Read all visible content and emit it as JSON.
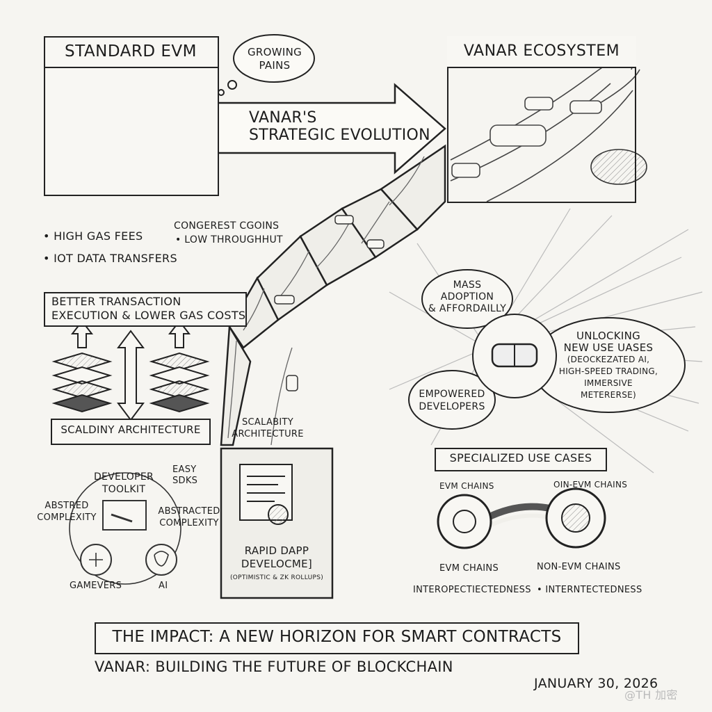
{
  "standard_evm": {
    "title": "STANDARD EVM",
    "bullets": [
      "• HIGH GAS FEES",
      "• IOT DATA TRANSFERS"
    ],
    "side_notes": [
      "CONGERESТ CGOINS",
      "• LOW THROUGHHUT"
    ]
  },
  "thought_bubble": "GROWING PAINS",
  "arrow_label": [
    "VANAR'S",
    "STRATEGIC EVOLUTION"
  ],
  "vanar_ecosystem": {
    "title": "VANAR ECOSYSTEM"
  },
  "left_panel": {
    "transaction_box": [
      "BETTER TRANSACTION",
      "EXECUTION & LOWER GAS COSTS"
    ],
    "architecture_label": "SCALDINY ARCHITECTURE",
    "toolkit": {
      "center": [
        "DEVELOPER",
        "TOOLKIT"
      ],
      "easy": [
        "EASY",
        "SDKS"
      ],
      "left": [
        "ABSTRED",
        "COMPLEXITY"
      ],
      "right": [
        "ABSTRACTED",
        "COMPLEXITY"
      ],
      "gamers": "GAMEVERS",
      "ai": "AI"
    }
  },
  "road_segments": {
    "scalability": [
      "SCALABITY",
      "ARCHITECTURE"
    ],
    "rapid": [
      "RAPID DAPP",
      "DEVELOCME]",
      "(OPTIMISTIC & ZK ROLLUPS)"
    ]
  },
  "right_panel": {
    "mass": [
      "MASS",
      "ADOPTION",
      "& AFFORDAILLY"
    ],
    "unlocking": [
      "UNLOCKING",
      "NEW USE UASES",
      "(DEOCKEZATED AI,",
      "HIGH-SPEED TRADING,",
      "IMMERSIVE",
      "METERERSE)"
    ],
    "empowered": [
      "EMPOWERED",
      "DEVELOPERS"
    ],
    "specialized": "SPECIALIZED USE CASES",
    "chains": {
      "top_left": "EVM CHAINS",
      "top_right": "OIN-EVM CHAINS",
      "bottom_left": "EVM CHAINS",
      "bottom_right": "NON-EVM CHAINS",
      "inter_left": "INTEROPECTIECTEDNESS",
      "inter_right": "• INTERNTECTEDNESS"
    }
  },
  "footer": {
    "impact": "THE IMPACT: A NEW HORIZON FOR SMART CONTRACTS",
    "tagline": "VANAR: BUILDING THE FUTURE OF BLOCKCHAIN",
    "date": "JANUARY 30, 2026",
    "watermark": "@TH 加密"
  }
}
